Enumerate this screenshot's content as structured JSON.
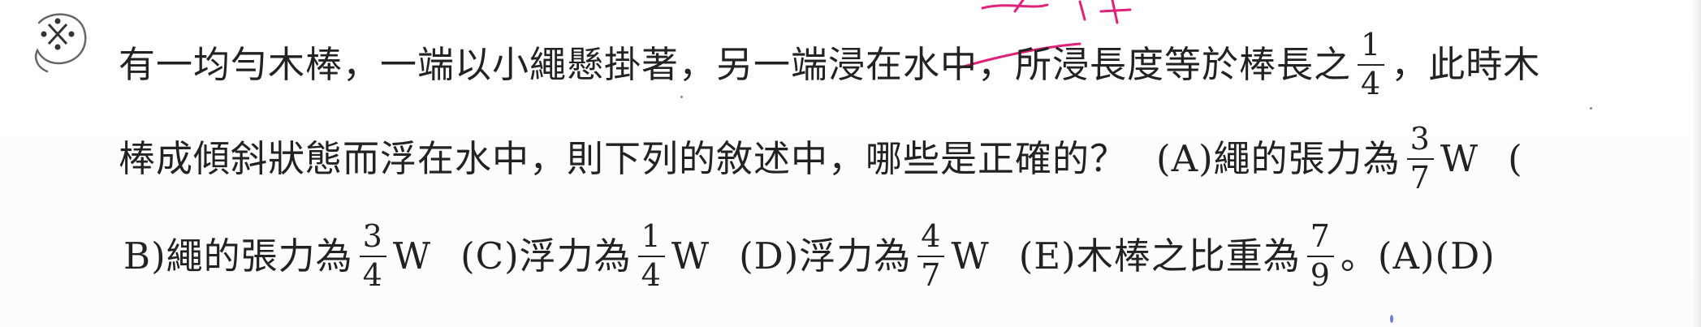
{
  "question": {
    "line1": {
      "text": "有一均勻木棒，一端以小繩懸掛著，另一端浸在水中，所浸長度等於棒長之",
      "frac": {
        "num": "1",
        "den": "4"
      },
      "after": "，此時木"
    },
    "line2": {
      "text": "棒成傾斜狀態而浮在水中，則下列的敘述中，哪些是正確的？",
      "optA_label": "(A)繩的張力為",
      "optA_frac": {
        "num": "3",
        "den": "7"
      },
      "optA_unit": "W",
      "trail": "("
    },
    "line3": {
      "optB_label": "B)繩的張力為",
      "optB_frac": {
        "num": "3",
        "den": "4"
      },
      "optB_unit": "W",
      "optC_label": "(C)浮力為",
      "optC_frac": {
        "num": "1",
        "den": "4"
      },
      "optC_unit": "W",
      "optD_label": "(D)浮力為",
      "optD_frac": {
        "num": "4",
        "den": "7"
      },
      "optD_unit": "W",
      "optE_label": "(E)木棒之比重為",
      "optE_frac": {
        "num": "7",
        "den": "9"
      },
      "answer": "。(A)(D)"
    }
  },
  "colors": {
    "ink": "#222222",
    "pen": "#e0207a",
    "marker": "#555555"
  },
  "icons": {
    "marker": "circled-x-mark-icon",
    "pen": "handwritten-annotation-icon"
  }
}
